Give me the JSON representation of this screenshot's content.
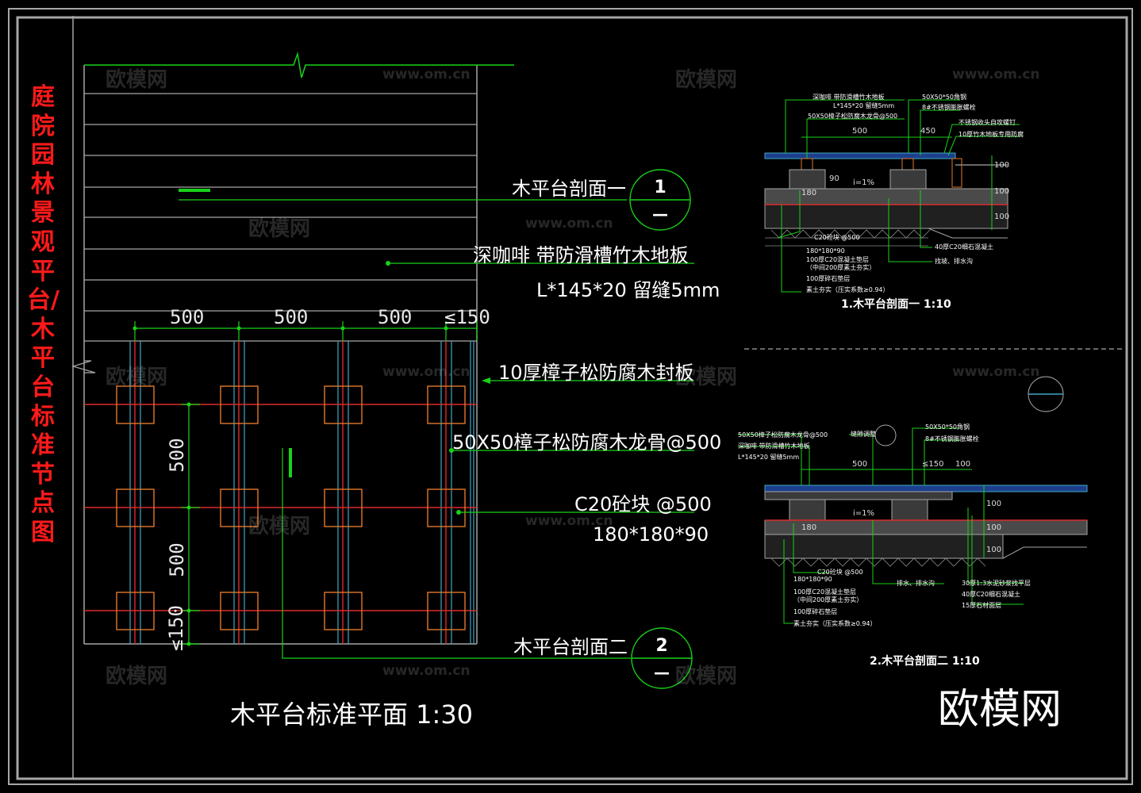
{
  "side_title": "庭院园林景观平台/木平台标准节点图",
  "plan": {
    "title": "木平台标准平面 1:30",
    "dims_top": [
      "500",
      "500",
      "500",
      "≤150"
    ],
    "dims_side": [
      "500",
      "500",
      "≤150"
    ],
    "marker_1": {
      "label": "木平台剖面一",
      "number": "1",
      "sub": "—"
    },
    "marker_2": {
      "label": "木平台剖面二",
      "number": "2",
      "sub": "—"
    },
    "callouts": {
      "decking_line1": "深咖啡 带防滑槽竹木地板",
      "decking_line2": "L*145*20 留缝5mm",
      "fascia": "10厚樟子松防腐木封板",
      "joist": "50X50樟子松防腐木龙骨@500",
      "block_line1": "C20砼块 @500",
      "block_line2": "180*180*90"
    }
  },
  "section_1": {
    "title": "1.木平台剖面一 1:10",
    "dims": [
      "500",
      "450",
      "180",
      "100",
      "100",
      "100",
      "90",
      "i=1%"
    ],
    "labels_top": [
      "深咖啡 带防滑槽竹木地板",
      "L*145*20 留缝5mm",
      "50X50樟子松防腐木龙骨@500",
      "50X50*50角钢",
      "8#不锈钢膨胀螺栓",
      "不锈钢收头自攻螺钉",
      "10厚竹木地板专用防腐"
    ],
    "labels_bottom": [
      "C20砼块 @500",
      "180*180*90",
      "100厚C20混凝土垫层",
      "（中间200厚素土夯实）",
      "100厚碎石垫层",
      "素土夯实（压实系数≥0.94）",
      "40厚C20细石混凝土",
      "找坡、排水沟"
    ]
  },
  "section_2": {
    "title": "2.木平台剖面二 1:10",
    "dims": [
      "500",
      "≤150",
      "100",
      "180",
      "100",
      "100",
      "100",
      "i=1%"
    ],
    "labels_top": [
      "50X50樟子松防腐木龙骨@500",
      "深咖啡 带防滑槽竹木地板",
      "L*145*20 留缝5mm",
      "缝隙调整",
      "50X50*50角钢",
      "8#不锈钢膨胀螺栓"
    ],
    "labels_bottom": [
      "C20砼块 @500",
      "180*180*90",
      "100厚C20混凝土垫层",
      "（中间200厚素土夯实）",
      "100厚碎石垫层",
      "素土夯实（压实系数≥0.94）",
      "排水、排水沟",
      "30厚1:3水泥砂浆找平层",
      "40厚C20细石混凝土",
      "15厚石材面层"
    ]
  },
  "watermarks": {
    "cn": "欧模网",
    "url": "www.om.cn",
    "big": "欧模网"
  },
  "colors": {
    "background": "#000000",
    "frame": "#a0a0a0",
    "title_red": "#ff1a1a",
    "leader_green": "#19d219",
    "block_orange": "#e0782a",
    "joist_red": "#dd2a2a",
    "grid_cyan": "#3fa8c8"
  }
}
